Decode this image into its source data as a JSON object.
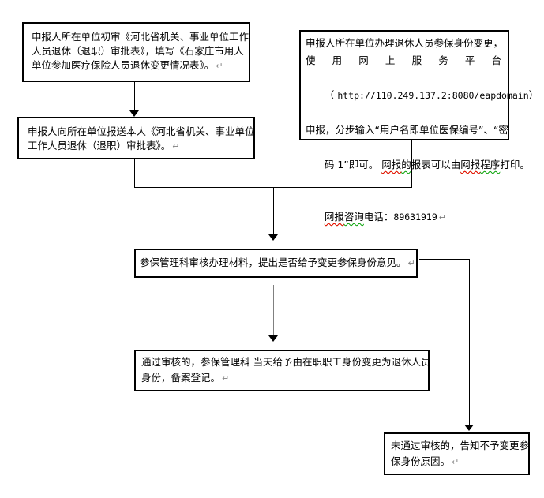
{
  "figure": {
    "type": "flowchart",
    "background": "#ffffff"
  },
  "colors": {
    "box_border": "#000000",
    "text": "#000000",
    "connector": "#000000",
    "connector_gray": "#808080",
    "spellcheck_wavy": "#ff0000",
    "grammar_wavy": "#00a000",
    "return_mark": "#808080"
  },
  "boxes": {
    "unit_initial_review": {
      "lines": [
        "申报人所在单位初审《河北省机关、事业单位工作",
        "人员退休（退职）审批表》，填写《石家庄市用人",
        "单位参加医疗保险人员退休变更情况表》。"
      ],
      "return_mark": "↵"
    },
    "submit_approval_form": {
      "lines": [
        "申报人向所在单位报送本人《河北省机关、事业单位",
        "工作人员退休（退职）审批表》。"
      ],
      "return_mark": "↵"
    },
    "online_declaration": {
      "line1": "申报人所在单位办理退休人员参保身份变更，",
      "line2_justified": "使用网上服务平台",
      "line3_open": "（ ",
      "line3_url": "http://110.249.137.2:8080/eapdomain",
      "line3_close": "）",
      "line4": "申报，分步输入“用户名即单位医保编号”、“密",
      "line5_start": "码 1”即可。 ",
      "line5_spell1": "网报",
      "line5_after_spell1": "的",
      "line5_mid": "报表可以由",
      "line5_spell2": "网报",
      "line5_after_spell2": "程序",
      "line5_end": "打印。",
      "line6_spell3": "网报",
      "line6_after_spell3": "咨询",
      "line6_label": "电话：",
      "line6_phone": "89631919",
      "return_mark": "↵"
    },
    "material_review": {
      "lines": [
        "参保管理科审核办理材料，提出是否给予变更参保身份意见。"
      ],
      "return_mark": "↵"
    },
    "approved_registration": {
      "lines": [
        "通过审核的，参保管理科 当天给予由在职职工身份变更为退休人员",
        "身份，备案登记。"
      ],
      "return_mark": "↵"
    },
    "rejected_notice": {
      "lines": [
        "未通过审核的，告知不予变更参",
        "保身份原因。"
      ],
      "return_mark": "↵"
    }
  }
}
